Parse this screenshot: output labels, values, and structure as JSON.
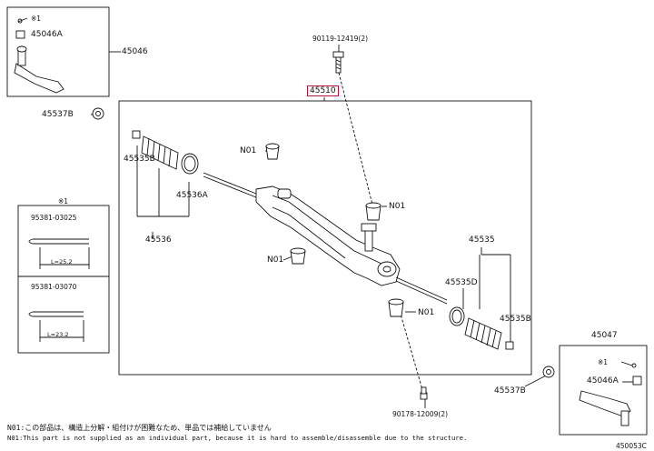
{
  "callouts": {
    "tie_rod_end_lh": "45046",
    "tie_rod_end_rh": "45047",
    "gear_assembly": "45510",
    "bolt_top": "90119-12419(2)",
    "bolt_bottom": "90178-12009(2)",
    "nut_upper_left": "45046A",
    "nut_lower_right": "45046A",
    "locknut_left": "45537B",
    "locknut_right": "45537B",
    "boot_set_left": "45536",
    "boot_left": "45535B",
    "clamp_left": "45536A",
    "boot_set_right": "45535",
    "clamp_right": "45535D",
    "boot_right": "45535B",
    "bushing_a": "N01",
    "bushing_b": "N01",
    "bushing_c": "N01",
    "bushing_d": "N01",
    "cotter_upper": "※1",
    "cotter_lower": "※1",
    "cotter_box_mark": "※1"
  },
  "cotter_pins": [
    {
      "part": "95381-03025",
      "length": "L=25.2"
    },
    {
      "part": "95381-03070",
      "length": "L=23.2"
    }
  ],
  "notes": {
    "line1": "N01:この部品は、構造上分解・組付けが困難なため、単品では補給していません",
    "line2": "N01:This part is not supplied as an individual part, because it is hard to assemble/disassemble due to the structure."
  },
  "figure_code": "450053C"
}
